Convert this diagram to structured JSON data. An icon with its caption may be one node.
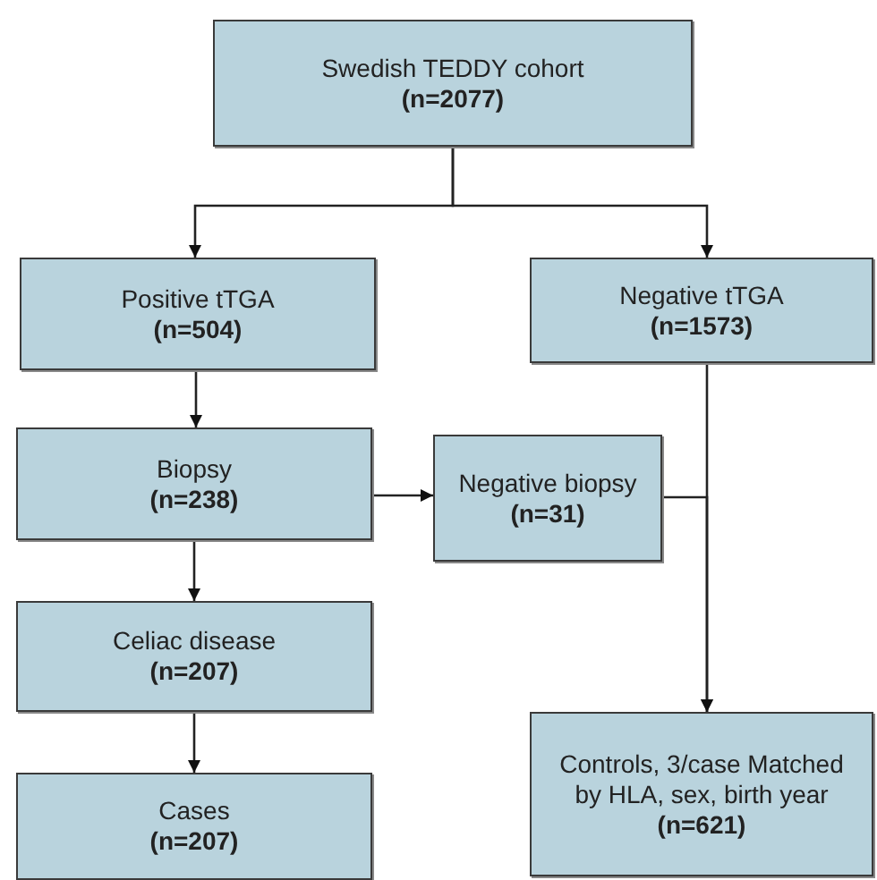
{
  "diagram": {
    "nodes": [
      {
        "text": [
          "Swedish TEDDY cohort",
          "(n=2077)"
        ]
      },
      {
        "text": [
          "Positive tTGA",
          "(n=504)"
        ]
      },
      {
        "text": [
          "Negative tTGA",
          "(n=1573)"
        ]
      },
      {
        "text": [
          "Biopsy",
          "(n=238)"
        ]
      },
      {
        "text": [
          "Negative biopsy",
          "(n=31)"
        ]
      },
      {
        "text": [
          "Celiac disease",
          "(n=207)"
        ]
      },
      {
        "text": [
          "Cases",
          "(n=207)"
        ]
      },
      {
        "text": [
          "Controls, 3/case Matched by HLA, sex, birth year",
          "(n=621)"
        ]
      }
    ],
    "edges": [
      {
        "from": 0,
        "to": 1,
        "arrow": "to"
      },
      {
        "from": 0,
        "to": 2,
        "arrow": "to"
      },
      {
        "from": 1,
        "to": 3,
        "arrow": "to"
      },
      {
        "from": 3,
        "to": 4,
        "arrow": "to"
      },
      {
        "from": 4,
        "to": 7,
        "arrow": "to"
      },
      {
        "from": 2,
        "to": 7,
        "arrow": "to"
      },
      {
        "from": 3,
        "to": 5,
        "arrow": "to"
      },
      {
        "from": 5,
        "to": 6,
        "arrow": "to"
      }
    ]
  }
}
